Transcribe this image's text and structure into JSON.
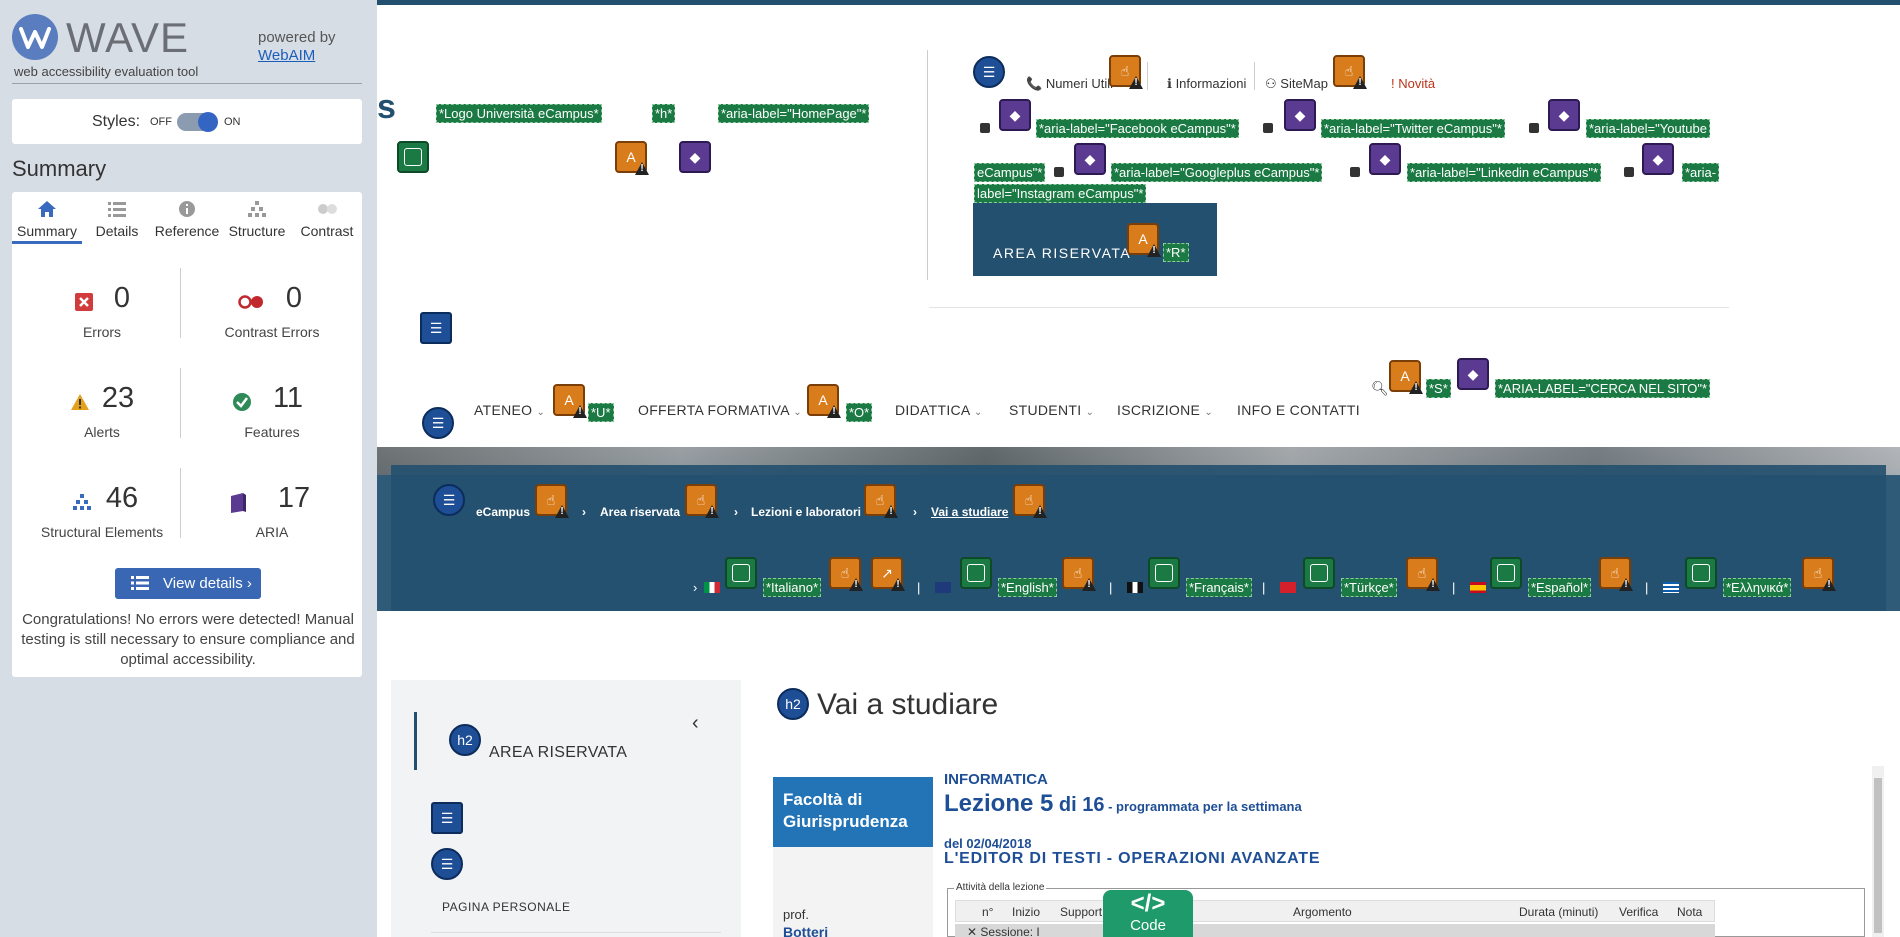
{
  "wave": {
    "title": "WAVE",
    "tagline": "web accessibility evaluation tool",
    "powered_by": "powered by",
    "webaim": "WebAIM",
    "styles_label": "Styles:",
    "styles_off": "OFF",
    "styles_on": "ON",
    "summary_heading": "Summary",
    "tabs": [
      {
        "label": "Summary",
        "icon": "home-icon"
      },
      {
        "label": "Details",
        "icon": "list-icon"
      },
      {
        "label": "Reference",
        "icon": "info-icon"
      },
      {
        "label": "Structure",
        "icon": "structure-icon"
      },
      {
        "label": "Contrast",
        "icon": "contrast-icon"
      }
    ],
    "stats": {
      "errors": {
        "count": "0",
        "label": "Errors"
      },
      "contrast_errors": {
        "count": "0",
        "label": "Contrast Errors"
      },
      "alerts": {
        "count": "23",
        "label": "Alerts"
      },
      "features": {
        "count": "11",
        "label": "Features"
      },
      "structural": {
        "count": "46",
        "label": "Structural Elements"
      },
      "aria": {
        "count": "17",
        "label": "ARIA"
      }
    },
    "view_details": "View details ›",
    "congrats": "Congratulations! No errors were detected! Manual testing is still necessary to ensure compliance and optimal accessibility.",
    "colors": {
      "accent": "#3967b4",
      "sidebar_bg": "#d7dde5"
    }
  },
  "page": {
    "logo_letter": "s",
    "top_tags": {
      "logo": "*Logo Università eCampus*",
      "h": "*h*",
      "home": "*aria-label=\"HomePage\"*"
    },
    "topnav": {
      "numeri": "Numeri Utili",
      "informazioni": "Informazioni",
      "sitemap": "SiteMap",
      "novita": "Novità"
    },
    "social": {
      "facebook": "*aria-label=\"Facebook eCampus\"*",
      "twitter": "*aria-label=\"Twitter eCampus\"*",
      "youtube_a": "*aria-label=\"Youtube",
      "youtube_b": "eCampus\"*",
      "google": "*aria-label=\"Googleplus eCampus\"*",
      "linkedin": "*aria-label=\"Linkedin eCampus\"*",
      "instagram_a": "*aria-",
      "instagram_b": "label=\"Instagram eCampus\"*"
    },
    "area_riservata": "AREA RISERVATA",
    "area_tag": "*R*",
    "mainnav": [
      {
        "label": "ATENEO",
        "tag": "*U*"
      },
      {
        "label": "OFFERTA FORMATIVA",
        "tag": "*O*"
      },
      {
        "label": "DIDATTICA"
      },
      {
        "label": "STUDENTI"
      },
      {
        "label": "ISCRIZIONE"
      },
      {
        "label": "INFO E CONTATTI"
      }
    ],
    "search_tag": "*S*",
    "search_aria": "*ARIA-LABEL=\"CERCA NEL SITO\"*",
    "breadcrumb": [
      "eCampus",
      "Area riservata",
      "Lezioni e laboratori",
      "Vai a studiare"
    ],
    "languages": [
      "*Italiano*",
      "*English*",
      "*Français*",
      "*Türkçe*",
      "*Español*",
      "*Ελληνικά*"
    ],
    "sidebar": {
      "area": "AREA RISERVATA",
      "personal": "PAGINA PERSONALE"
    },
    "main_title": "Vai a studiare",
    "facolta": "Facoltà di Giurisprudenza",
    "prof": "prof.",
    "prof_name": "Botteri",
    "materia": "INFORMATICA",
    "lezione_main": "Lezione 5",
    "lezione_di": " di 16",
    "lezione_note": " - programmata per la settimana",
    "del": "del 02/04/2018",
    "editor": "L'EDITOR DI TESTI - OPERAZIONI AVANZATE",
    "legend": "Attività della lezione",
    "table_headers": [
      "n°",
      "Inizio",
      "Support",
      "Argomento",
      "Durata (minuti)",
      "Verifica",
      "Nota"
    ],
    "sessione": "Sessione: I",
    "code_glyph": "</>",
    "code_label": "Code"
  }
}
